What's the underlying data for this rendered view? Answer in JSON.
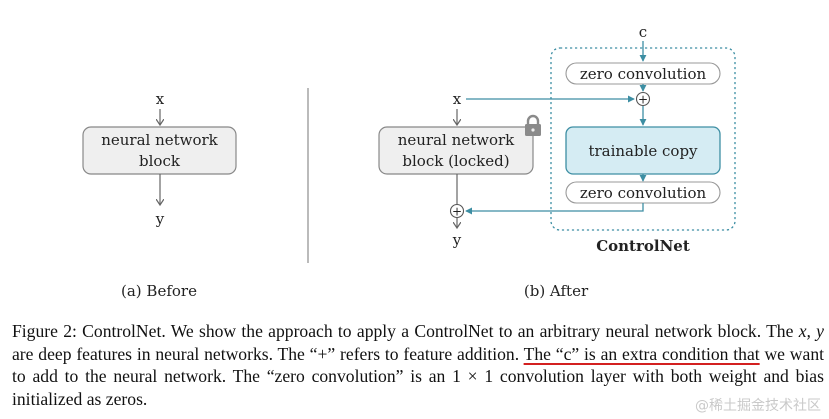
{
  "figure": {
    "before": {
      "input_label": "x",
      "block_label_line1": "neural network",
      "block_label_line2": "block",
      "output_label": "y",
      "caption": "(a) Before"
    },
    "after": {
      "input_label": "x",
      "condition_label": "c",
      "locked_block_line1": "neural network",
      "locked_block_line2": "block (locked)",
      "zero_conv_top": "zero convolution",
      "trainable_copy": "trainable copy",
      "zero_conv_bottom": "zero convolution",
      "plus_symbol": "+",
      "output_label": "y",
      "controlnet_label": "ControlNet",
      "caption": "(b) After",
      "lock_icon": "lock-icon"
    },
    "colors": {
      "teal": "#3d8ea3",
      "trainable_fill": "#d5ecf3",
      "block_fill": "#efefef",
      "block_stroke": "#888888",
      "underline_red": "#d32020"
    }
  },
  "caption": {
    "part1": "Figure 2: ControlNet. We show the approach to apply a ControlNet to an arbitrary neural network block. The ",
    "math_xy": "x, y",
    "part2": " are deep features in neural networks. The “+” refers to feature addition. ",
    "underlined": "The “c” is an extra condition that",
    "part3": " we want to add to the neural network. The “zero convolution” is an ",
    "math_1x1": "1 × 1",
    "part4": " convolution layer with both weight and bias initialized as zeros."
  },
  "watermark": "@稀土掘金技术社区"
}
